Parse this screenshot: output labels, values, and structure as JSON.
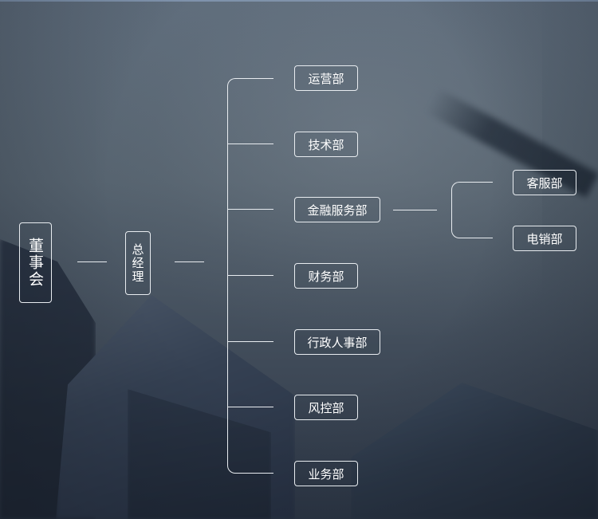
{
  "org_chart": {
    "root": "董事会",
    "manager": "总经理",
    "departments": [
      "运营部",
      "技术部",
      "金融服务部",
      "财务部",
      "行政人事部",
      "风控部",
      "业务部"
    ],
    "finance_sub_departments": [
      "客服部",
      "电销部"
    ]
  },
  "colors": {
    "line": "#e8ecf0",
    "text": "#ffffff",
    "background_top": "#5f6d7c",
    "background_bottom": "#2d3746"
  }
}
